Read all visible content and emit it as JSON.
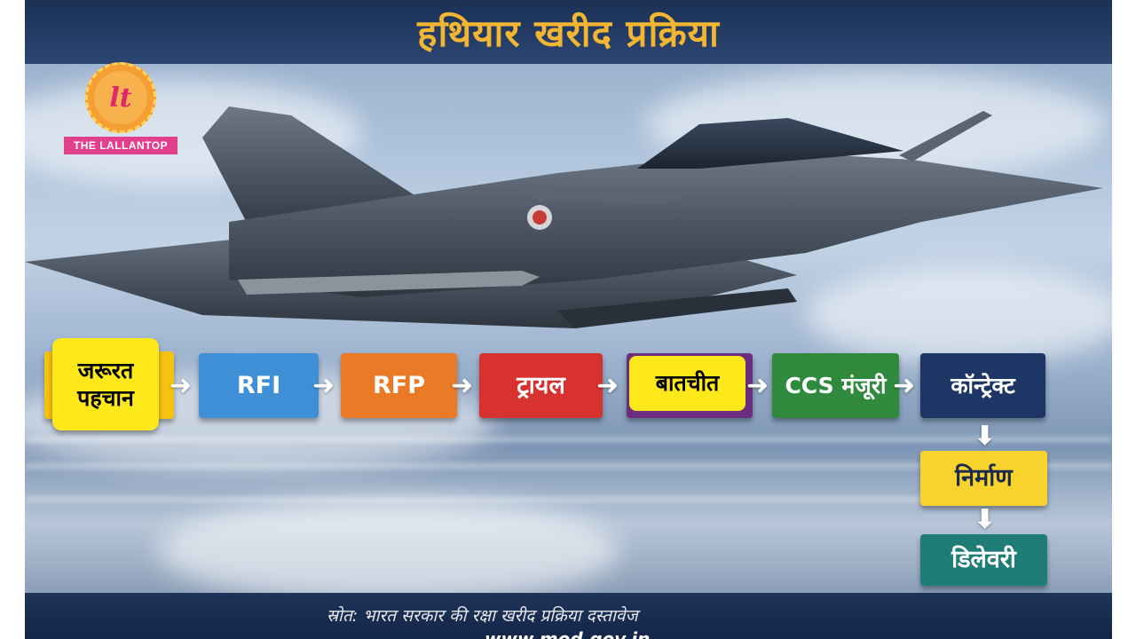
{
  "title": "हथियार खरीद प्रक्रिया",
  "logo": {
    "monogram": "lt",
    "name": "THE LALLANTOP"
  },
  "steps": {
    "need": "जरूरत पहचान",
    "rfi": "RFI",
    "rfp": "RFP",
    "trial": "ट्रायल",
    "negotiation": "बातचीत",
    "ccs": "CCS मंजूरी",
    "contract": "कॉन्ट्रेक्ट",
    "manufacturing": "निर्माण",
    "delivery": "डिलेवरी"
  },
  "arrow_glyph": "➜",
  "arrow_down_glyph": "⬇",
  "source": "स्रोत: भारत सरकार की रक्षा खरीद प्रक्रिया दस्तावेज",
  "url": "www.mod.gov.in",
  "colors": {
    "title": "#f2b632",
    "yellow": "#ffe81a",
    "rfi": "#3e8fd6",
    "rfp": "#ea7a26",
    "trial": "#d7322f",
    "negotiation": "#6b2d7d",
    "ccs": "#2f8a3d",
    "contract": "#1d3665",
    "manufacturing": "#f8d22d",
    "delivery": "#1f7d77"
  }
}
